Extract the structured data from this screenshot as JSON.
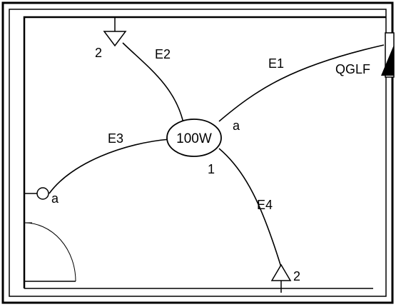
{
  "fixture": {
    "label": "100W",
    "terminal_label": "a",
    "lower_label": "1"
  },
  "wires": {
    "e1": {
      "label": "E1"
    },
    "e2": {
      "label": "E2"
    },
    "e3": {
      "label": "E3"
    },
    "e4": {
      "label": "E4"
    }
  },
  "switch_top": {
    "label": "2"
  },
  "switch_bottom": {
    "label": "2"
  },
  "outlet_left": {
    "label": "a"
  },
  "panel": {
    "label": "QGLF"
  }
}
